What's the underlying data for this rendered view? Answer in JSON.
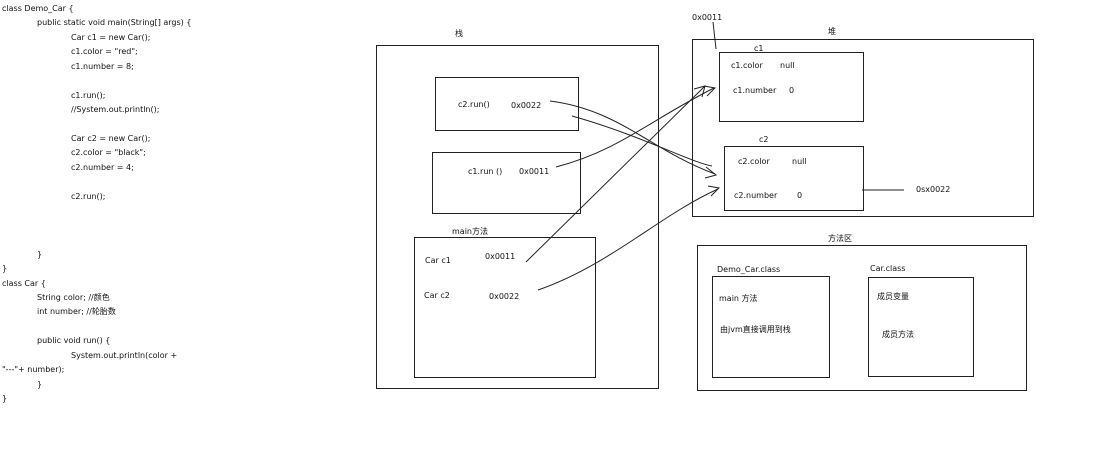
{
  "code": {
    "lines": [
      "class Demo_Car {",
      "public static void main(String[] args) {",
      "Car c1 = new Car();",
      "c1.color = \"red\";",
      "c1.number = 8;",
      "c1.run();",
      "//System.out.println();",
      "Car c2 = new Car();",
      "c2.color = \"black\";",
      "c2.number = 4;",
      "c2.run();",
      "}",
      "}",
      "class Car {",
      "String color; //颜色",
      "int number; //轮胎数",
      "public void run() {",
      "System.out.println(color +",
      "\"---\"+ number);",
      "}",
      "}"
    ]
  },
  "stack": {
    "title": "栈",
    "frames": [
      {
        "label": "c2.run()",
        "address": "0x0022"
      },
      {
        "label": "c1.run ()",
        "address": "0x0011"
      }
    ],
    "main": {
      "title": "main方法",
      "vars": [
        {
          "label": "Car  c1",
          "address": "0x0011"
        },
        {
          "label": "Car c2",
          "address": "0x0022"
        }
      ]
    }
  },
  "heap": {
    "title": "堆",
    "address_label": "0x0011",
    "objects": [
      {
        "name": "c1",
        "fields": [
          {
            "name": "c1.color",
            "value": "null"
          },
          {
            "name": "c1.number",
            "value": "0"
          }
        ]
      },
      {
        "name": "c2",
        "fields": [
          {
            "name": "c2.color",
            "value": "null"
          },
          {
            "name": "c2.number",
            "value": "0"
          }
        ]
      }
    ],
    "c2_address_label": "0sx0022"
  },
  "method_area": {
    "title": "方法区",
    "classes": [
      {
        "name": "Demo_Car.class",
        "items": [
          "main 方法",
          "由jvm直接调用到栈"
        ]
      },
      {
        "name": "Car.class",
        "items": [
          "成员变量",
          "成员方法"
        ]
      }
    ]
  }
}
